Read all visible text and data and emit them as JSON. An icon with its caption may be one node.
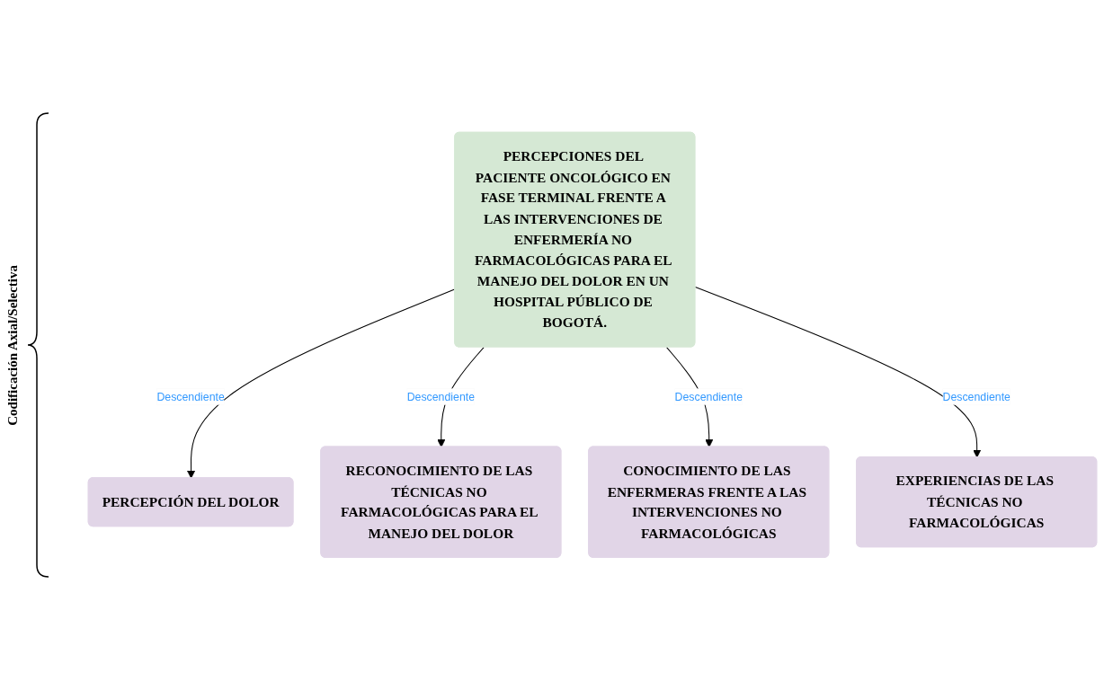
{
  "diagram": {
    "nodes": [
      {
        "text": [
          "PERCEPCIONES DEL PACIENTE ONCOLÓGICO EN FASE TERMINAL FRENTE A LAS INTERVENCIONES DE ENFERMERÍA NO FARMACOLÓGICAS PARA EL MANEJO DEL DOLOR EN UN HOSPITAL PÚBLICO DE BOGOTÁ."
        ]
      },
      {
        "text": [
          "PERCEPCIÓN DEL DOLOR"
        ]
      },
      {
        "text": [
          "RECONOCIMIENTO DE LAS TÉCNICAS NO FARMACOLÓGICAS PARA EL MANEJO DEL DOLOR"
        ]
      },
      {
        "text": [
          "CONOCIMIENTO DE LAS ENFERMERAS FRENTE A LAS INTERVENCIONES NO FARMACOLÓGICAS"
        ]
      },
      {
        "text": [
          "EXPERIENCIAS DE LAS TÉCNICAS NO FARMACOLÓGICAS"
        ]
      }
    ],
    "edges": [
      {
        "from": 0,
        "to": 1,
        "arrow": "to",
        "label": "Descendiente"
      },
      {
        "from": 0,
        "to": 2,
        "arrow": "to",
        "label": "Descendiente"
      },
      {
        "from": 0,
        "to": 3,
        "arrow": "to",
        "label": "Descendiente"
      },
      {
        "from": 0,
        "to": 4,
        "arrow": "to",
        "label": "Descendiente"
      }
    ],
    "labels": [
      "Codificación Axial/Selectiva"
    ]
  }
}
